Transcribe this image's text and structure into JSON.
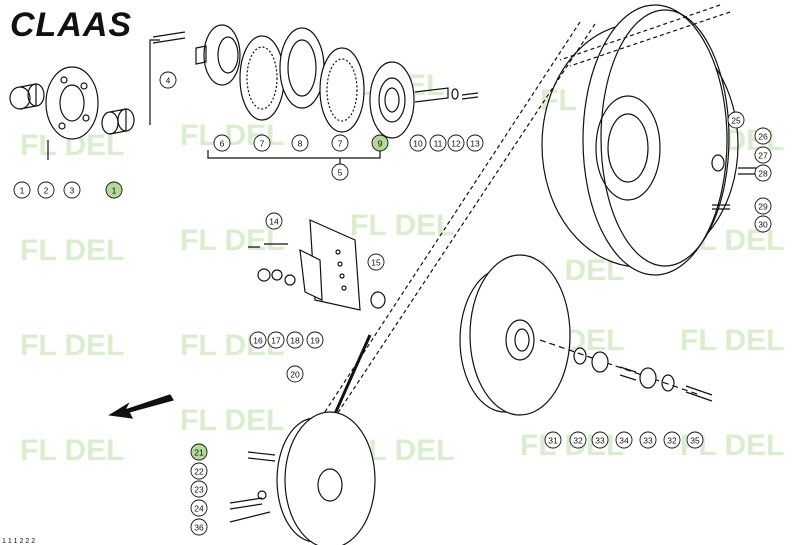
{
  "brand": {
    "logo_text": "CLAAS"
  },
  "watermark": {
    "text": "FL DEL",
    "color": "#cfe8c0"
  },
  "callouts": [
    {
      "id": "c1a",
      "label": "1"
    },
    {
      "id": "c2",
      "label": "2"
    },
    {
      "id": "c3",
      "label": "3"
    },
    {
      "id": "c1b",
      "label": "1",
      "highlight": true
    },
    {
      "id": "c4",
      "label": "4"
    },
    {
      "id": "c5",
      "label": "5"
    },
    {
      "id": "c6",
      "label": "6"
    },
    {
      "id": "c7a",
      "label": "7"
    },
    {
      "id": "c8",
      "label": "8"
    },
    {
      "id": "c7b",
      "label": "7"
    },
    {
      "id": "c9",
      "label": "9",
      "highlight": true
    },
    {
      "id": "c10",
      "label": "10"
    },
    {
      "id": "c11",
      "label": "11"
    },
    {
      "id": "c12",
      "label": "12"
    },
    {
      "id": "c13",
      "label": "13"
    },
    {
      "id": "c14",
      "label": "14"
    },
    {
      "id": "c15",
      "label": "15"
    },
    {
      "id": "c16",
      "label": "16"
    },
    {
      "id": "c17",
      "label": "17"
    },
    {
      "id": "c18",
      "label": "18"
    },
    {
      "id": "c19",
      "label": "19"
    },
    {
      "id": "c20",
      "label": "20"
    },
    {
      "id": "c21",
      "label": "21",
      "highlight": true
    },
    {
      "id": "c22",
      "label": "22"
    },
    {
      "id": "c23",
      "label": "23"
    },
    {
      "id": "c24",
      "label": "24"
    },
    {
      "id": "c36",
      "label": "36"
    },
    {
      "id": "c25",
      "label": "25"
    },
    {
      "id": "c26",
      "label": "26"
    },
    {
      "id": "c27",
      "label": "27"
    },
    {
      "id": "c28",
      "label": "28"
    },
    {
      "id": "c29",
      "label": "29"
    },
    {
      "id": "c30",
      "label": "30"
    },
    {
      "id": "c31",
      "label": "31"
    },
    {
      "id": "c32a",
      "label": "32"
    },
    {
      "id": "c33a",
      "label": "33"
    },
    {
      "id": "c34",
      "label": "34"
    },
    {
      "id": "c33b",
      "label": "33"
    },
    {
      "id": "c32b",
      "label": "32"
    },
    {
      "id": "c35",
      "label": "35"
    }
  ],
  "colors": {
    "highlight": "#b4d99a",
    "line": "#111111"
  },
  "footer": {
    "drawing_ref": "1 1 1 2 2 2"
  }
}
